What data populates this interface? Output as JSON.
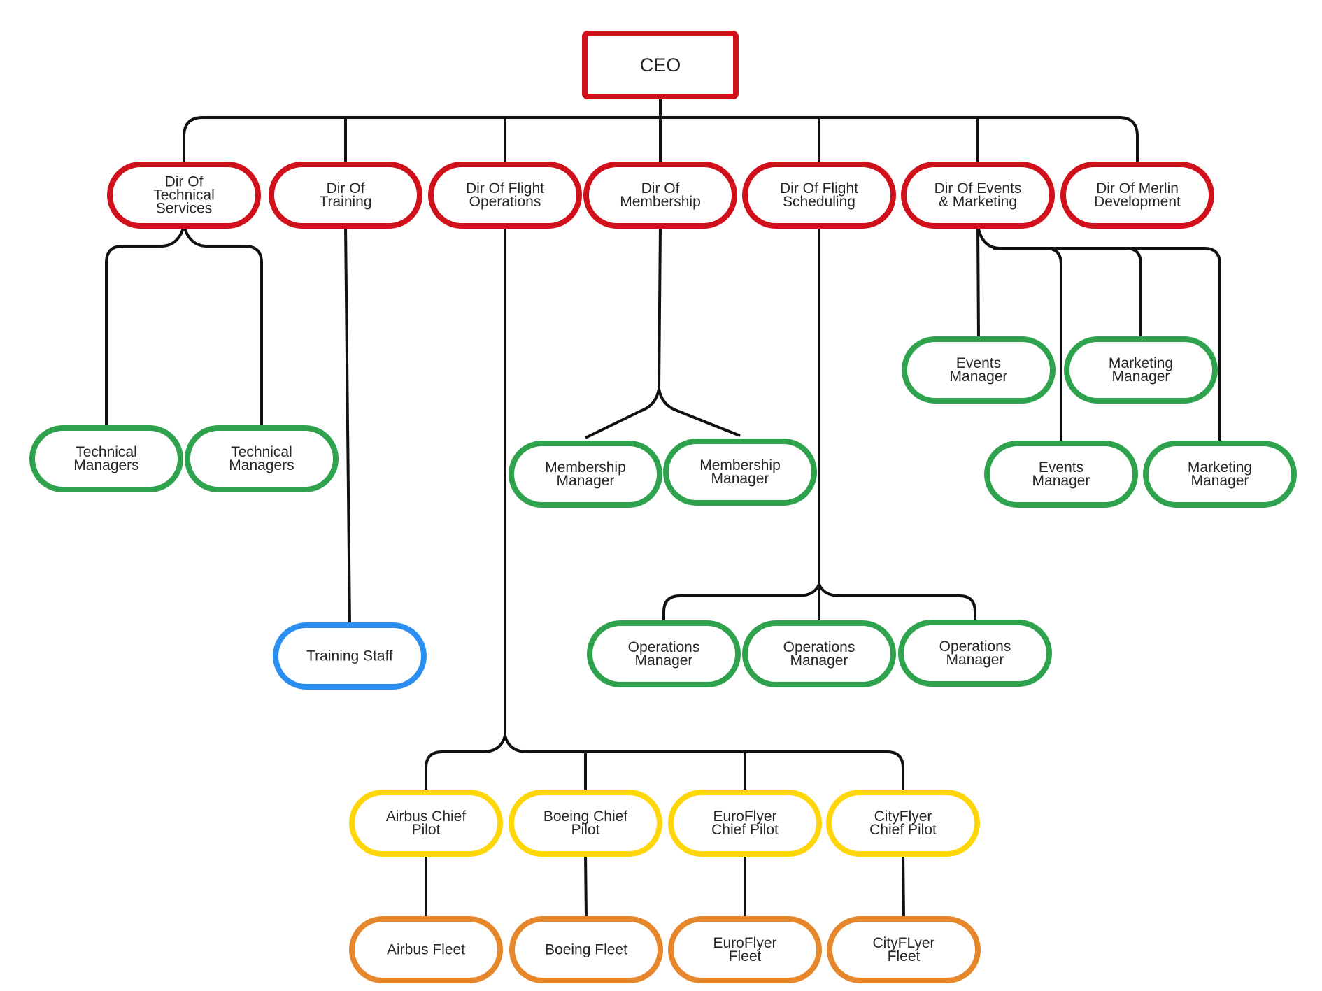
{
  "colors": {
    "executive": "#d0111b",
    "director": "#d0111b",
    "manager": "#2ea24c",
    "training": "#2b8ff2",
    "chief_pilot": "#ffd60a",
    "fleet": "#e5872a",
    "connector": "#111111"
  },
  "nodes": [
    {
      "id": "ceo",
      "lines": [
        "CEO"
      ],
      "level": "executive"
    },
    {
      "id": "dir-technical-services",
      "lines": [
        "Dir Of",
        "Technical",
        "Services"
      ],
      "level": "director"
    },
    {
      "id": "dir-training",
      "lines": [
        "Dir Of",
        "Training"
      ],
      "level": "director"
    },
    {
      "id": "dir-flight-operations",
      "lines": [
        "Dir Of Flight",
        "Operations"
      ],
      "level": "director"
    },
    {
      "id": "dir-membership",
      "lines": [
        "Dir Of",
        "Membership"
      ],
      "level": "director"
    },
    {
      "id": "dir-flight-scheduling",
      "lines": [
        "Dir Of Flight",
        "Scheduling"
      ],
      "level": "director"
    },
    {
      "id": "dir-events-marketing",
      "lines": [
        "Dir Of Events",
        "& Marketing"
      ],
      "level": "director"
    },
    {
      "id": "dir-merlin-development",
      "lines": [
        "Dir Of Merlin",
        "Development"
      ],
      "level": "director"
    },
    {
      "id": "technical-managers-1",
      "lines": [
        "Technical",
        "Managers"
      ],
      "level": "manager"
    },
    {
      "id": "technical-managers-2",
      "lines": [
        "Technical",
        "Managers"
      ],
      "level": "manager"
    },
    {
      "id": "training-staff",
      "lines": [
        "Training Staff"
      ],
      "level": "training"
    },
    {
      "id": "membership-manager-1",
      "lines": [
        "Membership",
        "Manager"
      ],
      "level": "manager"
    },
    {
      "id": "membership-manager-2",
      "lines": [
        "Membership",
        "Manager"
      ],
      "level": "manager"
    },
    {
      "id": "events-manager-1",
      "lines": [
        "Events",
        "Manager"
      ],
      "level": "manager"
    },
    {
      "id": "marketing-manager-1",
      "lines": [
        "Marketing",
        "Manager"
      ],
      "level": "manager"
    },
    {
      "id": "events-manager-2",
      "lines": [
        "Events",
        "Manager"
      ],
      "level": "manager"
    },
    {
      "id": "marketing-manager-2",
      "lines": [
        "Marketing",
        "Manager"
      ],
      "level": "manager"
    },
    {
      "id": "operations-manager-1",
      "lines": [
        "Operations",
        "Manager"
      ],
      "level": "manager"
    },
    {
      "id": "operations-manager-2",
      "lines": [
        "Operations",
        "Manager"
      ],
      "level": "manager"
    },
    {
      "id": "operations-manager-3",
      "lines": [
        "Operations",
        "Manager"
      ],
      "level": "manager"
    },
    {
      "id": "airbus-chief-pilot",
      "lines": [
        "Airbus Chief",
        "Pilot"
      ],
      "level": "chief_pilot"
    },
    {
      "id": "boeing-chief-pilot",
      "lines": [
        "Boeing Chief",
        "Pilot"
      ],
      "level": "chief_pilot"
    },
    {
      "id": "euroflyer-chief-pilot",
      "lines": [
        "EuroFlyer",
        "Chief Pilot"
      ],
      "level": "chief_pilot"
    },
    {
      "id": "cityflyer-chief-pilot",
      "lines": [
        "CityFlyer",
        "Chief Pilot"
      ],
      "level": "chief_pilot"
    },
    {
      "id": "airbus-fleet",
      "lines": [
        "Airbus Fleet"
      ],
      "level": "fleet"
    },
    {
      "id": "boeing-fleet",
      "lines": [
        "Boeing Fleet"
      ],
      "level": "fleet"
    },
    {
      "id": "euroflyer-fleet",
      "lines": [
        "EuroFlyer",
        "Fleet"
      ],
      "level": "fleet"
    },
    {
      "id": "cityflyer-fleet",
      "lines": [
        "CityFLyer",
        "Fleet"
      ],
      "level": "fleet"
    }
  ],
  "edges": [
    [
      "ceo",
      "dir-technical-services"
    ],
    [
      "ceo",
      "dir-training"
    ],
    [
      "ceo",
      "dir-flight-operations"
    ],
    [
      "ceo",
      "dir-membership"
    ],
    [
      "ceo",
      "dir-flight-scheduling"
    ],
    [
      "ceo",
      "dir-events-marketing"
    ],
    [
      "ceo",
      "dir-merlin-development"
    ],
    [
      "dir-technical-services",
      "technical-managers-1"
    ],
    [
      "dir-technical-services",
      "technical-managers-2"
    ],
    [
      "dir-training",
      "training-staff"
    ],
    [
      "dir-membership",
      "membership-manager-1"
    ],
    [
      "dir-membership",
      "membership-manager-2"
    ],
    [
      "dir-events-marketing",
      "events-manager-1"
    ],
    [
      "dir-events-marketing",
      "marketing-manager-1"
    ],
    [
      "dir-events-marketing",
      "events-manager-2"
    ],
    [
      "dir-events-marketing",
      "marketing-manager-2"
    ],
    [
      "dir-flight-scheduling",
      "operations-manager-1"
    ],
    [
      "dir-flight-scheduling",
      "operations-manager-2"
    ],
    [
      "dir-flight-scheduling",
      "operations-manager-3"
    ],
    [
      "dir-flight-operations",
      "airbus-chief-pilot"
    ],
    [
      "dir-flight-operations",
      "boeing-chief-pilot"
    ],
    [
      "dir-flight-operations",
      "euroflyer-chief-pilot"
    ],
    [
      "dir-flight-operations",
      "cityflyer-chief-pilot"
    ],
    [
      "airbus-chief-pilot",
      "airbus-fleet"
    ],
    [
      "boeing-chief-pilot",
      "boeing-fleet"
    ],
    [
      "euroflyer-chief-pilot",
      "euroflyer-fleet"
    ],
    [
      "cityflyer-chief-pilot",
      "cityflyer-fleet"
    ]
  ]
}
